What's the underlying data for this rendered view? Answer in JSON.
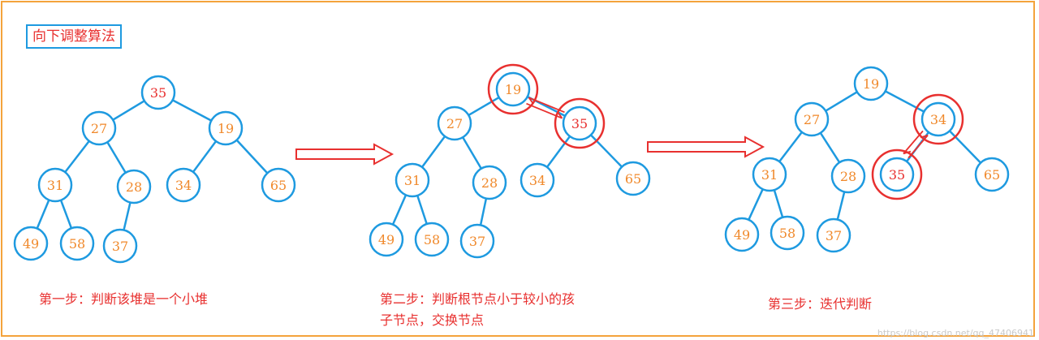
{
  "title": "向下调整算法",
  "colors": {
    "node_stroke": "#1e9ae0",
    "node_text_default": "#f0892b",
    "node_text_highlight": "#e8302f",
    "highlight_ring": "#e8302f",
    "arrow": "#e8302f",
    "frame": "#f4a33c"
  },
  "panels": [
    {
      "caption_lines": [
        "第一步：判断该堆是一个小堆"
      ],
      "nodes": [
        {
          "id": "n1",
          "label": "35",
          "highlight_text": true
        },
        {
          "id": "n2",
          "label": "27"
        },
        {
          "id": "n3",
          "label": "19"
        },
        {
          "id": "n4",
          "label": "31"
        },
        {
          "id": "n5",
          "label": "28"
        },
        {
          "id": "n6",
          "label": "34"
        },
        {
          "id": "n7",
          "label": "65"
        },
        {
          "id": "n8",
          "label": "49"
        },
        {
          "id": "n9",
          "label": "58"
        },
        {
          "id": "n10",
          "label": "37"
        }
      ]
    },
    {
      "caption_lines": [
        "第二步：判断根节点小于较小的孩",
        "子节点，交换节点"
      ],
      "nodes": [
        {
          "id": "n1",
          "label": "19",
          "highlight_ring": true
        },
        {
          "id": "n2",
          "label": "27"
        },
        {
          "id": "n3",
          "label": "35",
          "highlight_ring": true,
          "highlight_text": true
        },
        {
          "id": "n4",
          "label": "31"
        },
        {
          "id": "n5",
          "label": "28"
        },
        {
          "id": "n6",
          "label": "34"
        },
        {
          "id": "n7",
          "label": "65"
        },
        {
          "id": "n8",
          "label": "49"
        },
        {
          "id": "n9",
          "label": "58"
        },
        {
          "id": "n10",
          "label": "37"
        }
      ]
    },
    {
      "caption_lines": [
        "第三步：迭代判断"
      ],
      "nodes": [
        {
          "id": "n1",
          "label": "19"
        },
        {
          "id": "n2",
          "label": "27"
        },
        {
          "id": "n3",
          "label": "34",
          "highlight_ring": true
        },
        {
          "id": "n4",
          "label": "31"
        },
        {
          "id": "n5",
          "label": "28"
        },
        {
          "id": "n6",
          "label": "35",
          "highlight_ring": true,
          "highlight_text": true
        },
        {
          "id": "n7",
          "label": "65"
        },
        {
          "id": "n8",
          "label": "49"
        },
        {
          "id": "n9",
          "label": "58"
        },
        {
          "id": "n10",
          "label": "37"
        }
      ]
    }
  ],
  "watermark": "https://blog.csdn.net/qq_47406941"
}
